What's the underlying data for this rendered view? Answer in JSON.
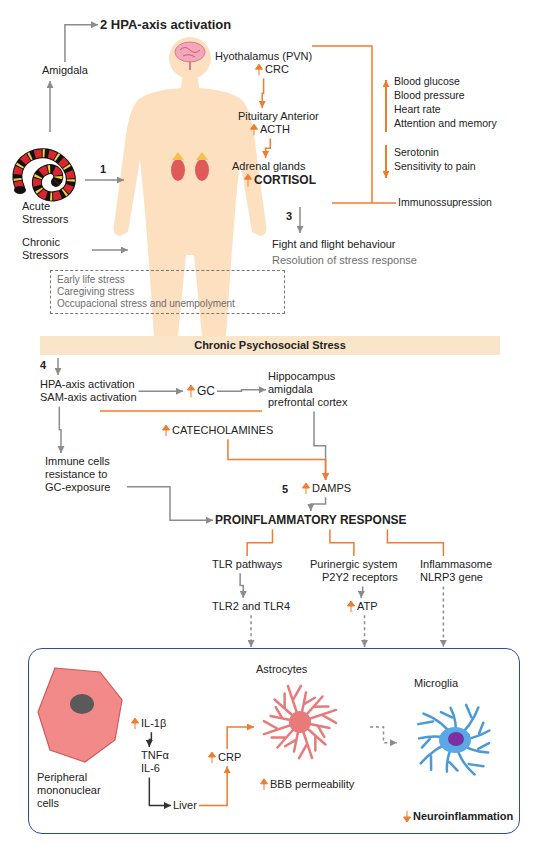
{
  "diagram": {
    "nodes": [
      {
        "text": [
          "Amigdala"
        ]
      },
      {
        "text": [
          "2 HPA-axis activation"
        ]
      },
      {
        "text": [
          "Hyothalamus (PVN)",
          "CRC"
        ]
      },
      {
        "text": [
          "Pituitary Anterior",
          "ACTH"
        ]
      },
      {
        "text": [
          "Adrenal glands",
          "CORTISOL"
        ]
      },
      {
        "text": [
          "Early life stress",
          "Caregiving stress",
          "Occupacional stress and unempolyment"
        ]
      },
      {
        "text": [
          "Chronic Psychosocial Stress"
        ]
      },
      {
        "text": [
          "HPA-axis activation",
          "SAM-axis activation"
        ]
      },
      {
        "text": [
          "GC"
        ]
      },
      {
        "text": [
          "Hippocampus amigdala prefrontal cortex"
        ]
      },
      {
        "text": [
          "CATECHOLAMINES"
        ]
      },
      {
        "text": [
          "Immune cells resistance to GC-exposure"
        ]
      },
      {
        "text": [
          "DAMPS"
        ]
      },
      {
        "text": [
          "PROINFLAMMATORY RESPONSE"
        ]
      },
      {
        "text": [
          "TLR pathways"
        ]
      },
      {
        "text": [
          "Purinergic system",
          "P2Y2 receptors"
        ]
      },
      {
        "text": [
          "Inflammasome NLRP3 gene"
        ]
      },
      {
        "text": [
          "TLR2 and TLR4"
        ]
      },
      {
        "text": [
          "ATP"
        ]
      },
      {
        "text": []
      },
      {
        "text": [
          "Peripheral mononuclear cells"
        ],
        "in": 19
      },
      {
        "text": [
          "IL-1β"
        ],
        "in": 19
      },
      {
        "text": [
          "TNFα",
          "IL-6"
        ],
        "in": 19
      },
      {
        "text": [
          "Liver"
        ],
        "in": 19
      },
      {
        "text": [
          "CRP"
        ],
        "in": 19
      },
      {
        "text": [
          "Astrocytes",
          "BBB permeability"
        ],
        "in": 19
      },
      {
        "text": [
          "Microglia",
          "Neuroinflammation"
        ],
        "in": 19
      }
    ],
    "edges": [
      {
        "from": 0,
        "to": 1,
        "arrow": "to"
      },
      {
        "from": 2,
        "to": 3,
        "arrow": "to"
      },
      {
        "from": 3,
        "to": 4,
        "arrow": "to"
      },
      {
        "from": 7,
        "to": 8,
        "arrow": "to"
      },
      {
        "from": 8,
        "to": 9,
        "arrow": "to"
      },
      {
        "from": 9,
        "to": 12,
        "arrow": "to"
      },
      {
        "from": 10,
        "to": 12,
        "arrow": "to"
      },
      {
        "from": 7,
        "to": 11,
        "arrow": "to"
      },
      {
        "from": 11,
        "to": 13,
        "arrow": "to"
      },
      {
        "from": 12,
        "to": 13,
        "arrow": "to"
      },
      {
        "from": 13,
        "to": 14,
        "arrow": "none"
      },
      {
        "from": 13,
        "to": 15,
        "arrow": "none"
      },
      {
        "from": 13,
        "to": 16,
        "arrow": "none"
      },
      {
        "from": 14,
        "to": 17,
        "arrow": "to"
      },
      {
        "from": 15,
        "to": 18,
        "arrow": "to"
      },
      {
        "from": 17,
        "to": 19,
        "arrow": "to"
      },
      {
        "from": 18,
        "to": 19,
        "arrow": "to"
      },
      {
        "from": 16,
        "to": 19,
        "arrow": "to"
      },
      {
        "from": 21,
        "to": 22,
        "arrow": "to"
      },
      {
        "from": 22,
        "to": 23,
        "arrow": "to"
      },
      {
        "from": 23,
        "to": 24,
        "arrow": "to"
      },
      {
        "from": 24,
        "to": 25,
        "arrow": "to"
      },
      {
        "from": 25,
        "to": 26,
        "arrow": "to"
      }
    ],
    "labels": [
      "1",
      "Acute Stressors",
      "Chronic Stressors",
      "Blood glucose",
      "Blood pressure",
      "Heart rate",
      "Attention and memory",
      "Serotonin",
      "Sensitivity to pain",
      "Immunossupression",
      "3",
      "Fight and flight behaviour",
      "Resolution of stress response",
      "4",
      "5"
    ]
  }
}
